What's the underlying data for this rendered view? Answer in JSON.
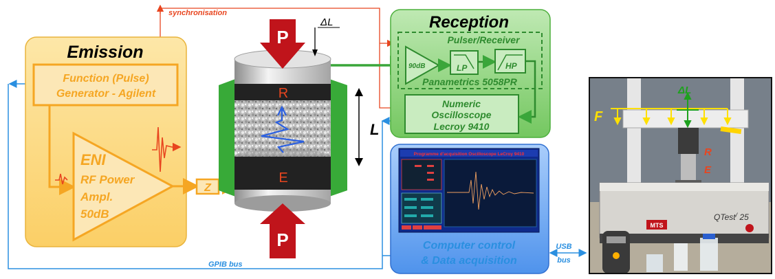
{
  "sync_label": "synchronisation",
  "gpib_label": "GPIB bus",
  "usb_label": [
    "USB",
    "bus"
  ],
  "emission": {
    "title": "Emission",
    "generator": [
      "Function (Pulse)",
      "Generator - Agilent"
    ],
    "amplifier": [
      "ENI",
      "RF Power",
      "Ampl.",
      "50dB"
    ],
    "impedance": "Z"
  },
  "specimen": {
    "load": "P",
    "displacement": "ΔL",
    "receiver": "R",
    "emitter": "E",
    "length": "L"
  },
  "reception": {
    "title": "Reception",
    "pulser": "Pulser/Receiver",
    "gain": "90dB",
    "lp": "LP",
    "hp": "HP",
    "model": "Panametrics 5058PR",
    "oscilloscope": [
      "Numeric",
      "Oscilloscope",
      "Lecroy 9410"
    ]
  },
  "computer": {
    "screen_title": "Programme d'acquisition Oscilloscope LeCroy 9410",
    "label": [
      "Computer control",
      "& Data acquisition"
    ]
  },
  "photo": {
    "force": "F",
    "displacement": "ΔL",
    "receiver": "R",
    "emitter": "E",
    "brand": "MTS",
    "machine": "QTest",
    "machine_sup": "/",
    "machine_num": "25"
  },
  "colors": {
    "sync": "#e8451f",
    "bus": "#2a8fe0",
    "emission": "#f5a623",
    "reception": "#3aa63a",
    "computer": "#3f86e8",
    "load": "#c0141b"
  }
}
